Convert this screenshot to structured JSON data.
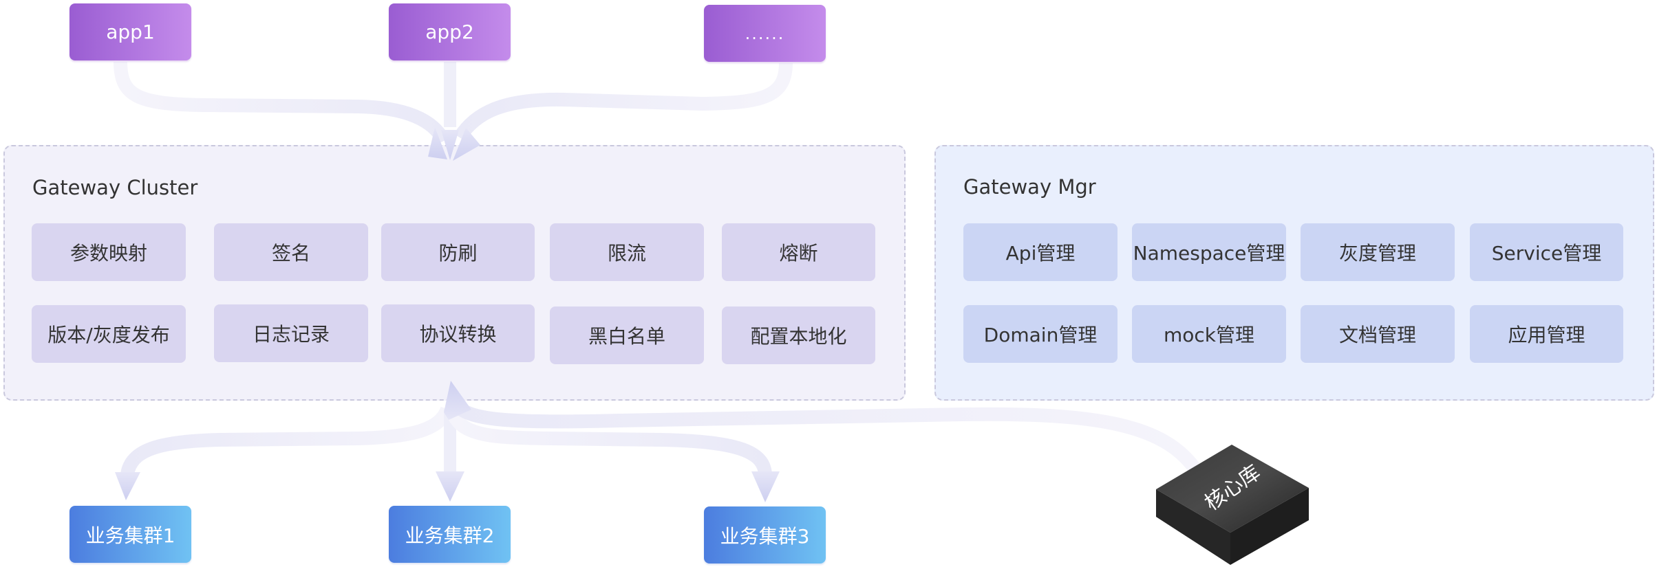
{
  "apps": [
    {
      "label": "app1"
    },
    {
      "label": "app2"
    },
    {
      "label": "......"
    }
  ],
  "gateway_cluster": {
    "title": "Gateway Cluster",
    "rows": [
      [
        "参数映射",
        "签名",
        "防刷",
        "限流",
        "熔断"
      ],
      [
        "版本/灰度发布",
        "日志记录",
        "协议转换",
        "黑白名单",
        "配置本地化"
      ]
    ]
  },
  "gateway_mgr": {
    "title": "Gateway Mgr",
    "rows": [
      [
        "Api管理",
        "Namespace管理",
        "灰度管理",
        "Service管理"
      ],
      [
        "Domain管理",
        "mock管理",
        "文档管理",
        "应用管理"
      ]
    ]
  },
  "business_clusters": [
    {
      "label": "业务集群1"
    },
    {
      "label": "业务集群2"
    },
    {
      "label": "业务集群3"
    }
  ],
  "core_db": {
    "label": "核心库",
    "icon": "database-cube-icon"
  },
  "colors": {
    "app_gradient": [
      "#9a5dd2",
      "#c48ceb"
    ],
    "business_gradient": [
      "#4c7ddf",
      "#70c2f3"
    ],
    "cluster_panel_bg": "#f2f1fa",
    "cluster_chip_bg": "#d9d5f0",
    "mgr_panel_bg": "#e9effd",
    "mgr_chip_bg": "#cbd5f4",
    "panel_border": "#c9c8dd",
    "flow": "#ebebf7",
    "arrowhead": "#d3d4f1",
    "core_db": "#2a2a2a"
  }
}
